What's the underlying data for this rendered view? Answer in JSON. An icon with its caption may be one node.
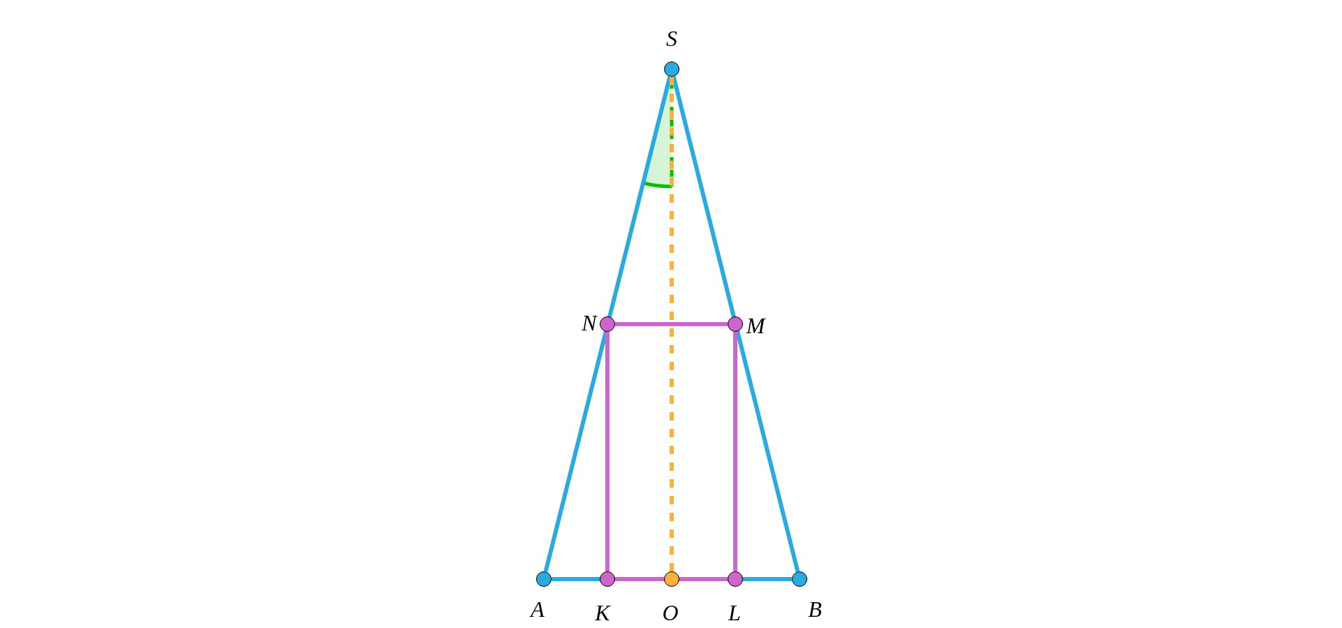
{
  "diagram": {
    "nodes": [
      {
        "text": [],
        "shape": "circle",
        "beside": [
          "S"
        ]
      },
      {
        "text": [],
        "shape": "circle",
        "beside": [
          "N"
        ]
      },
      {
        "text": [],
        "shape": "circle",
        "beside": [
          "M"
        ]
      },
      {
        "text": [],
        "shape": "circle",
        "beside": [
          "A"
        ]
      },
      {
        "text": [],
        "shape": "circle",
        "beside": [
          "K"
        ]
      },
      {
        "text": [],
        "shape": "circle",
        "beside": [
          "O"
        ]
      },
      {
        "text": [],
        "shape": "circle",
        "beside": [
          "L"
        ]
      },
      {
        "text": [],
        "shape": "circle",
        "beside": [
          "B"
        ]
      }
    ],
    "edges": [
      {
        "from": 0,
        "to": 3,
        "arrow": "none",
        "color": "#29abe2"
      },
      {
        "from": 0,
        "to": 7,
        "arrow": "none",
        "color": "#29abe2"
      },
      {
        "from": 3,
        "to": 7,
        "arrow": "none",
        "color": "#29abe2"
      },
      {
        "from": 1,
        "to": 2,
        "arrow": "none"
      },
      {
        "from": 1,
        "to": 4,
        "arrow": "none"
      },
      {
        "from": 2,
        "to": 6,
        "arrow": "none"
      },
      {
        "from": 4,
        "to": 6,
        "arrow": "none"
      },
      {
        "from": 0,
        "to": 5,
        "arrow": "none",
        "style": "dashed",
        "color": "#fbb03b"
      }
    ]
  }
}
